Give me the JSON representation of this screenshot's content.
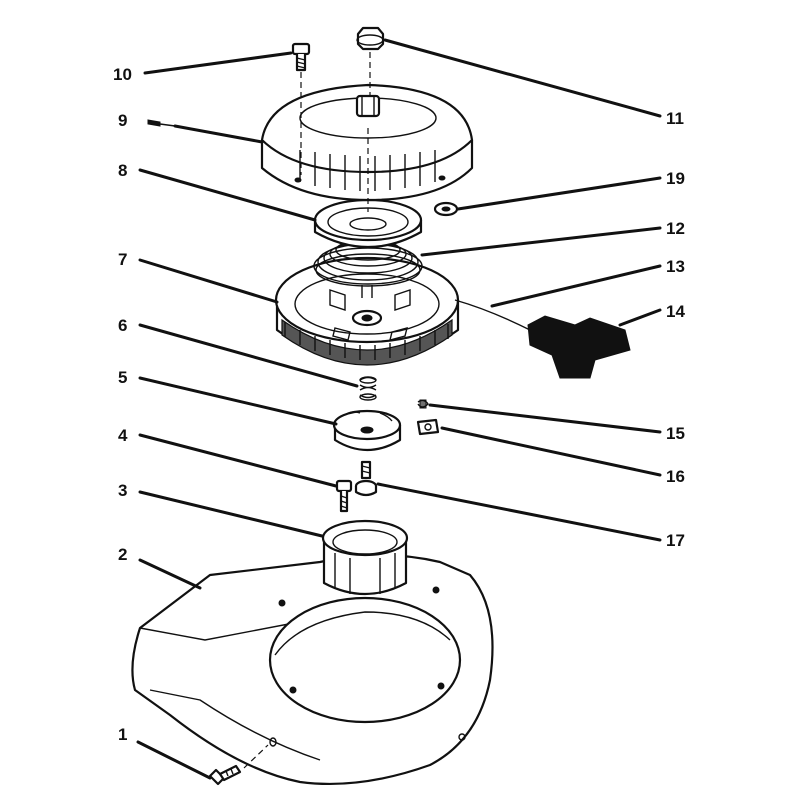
{
  "diagram": {
    "labels": {
      "p1": "1",
      "p2": "2",
      "p3": "3",
      "p4": "4",
      "p5": "5",
      "p6": "6",
      "p7": "7",
      "p8": "8",
      "p9": "9",
      "p10": "10",
      "p11": "11",
      "p12": "12",
      "p13": "13",
      "p14": "14",
      "p15": "15",
      "p16": "16",
      "p17": "17",
      "p19": "19"
    },
    "colors": {
      "ink": "#111111",
      "paper": "#ffffff"
    }
  }
}
